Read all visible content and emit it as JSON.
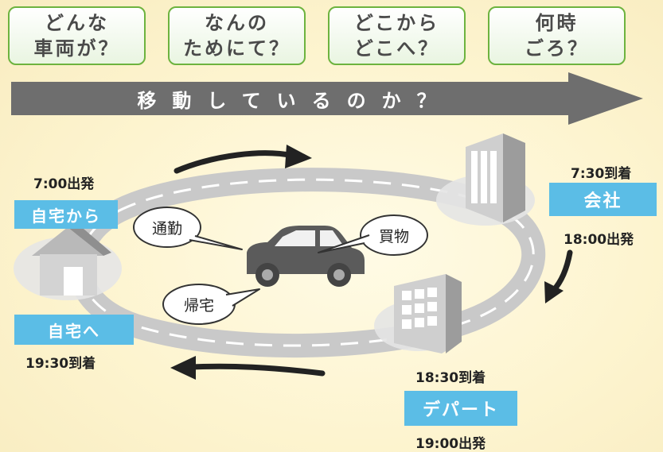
{
  "questions": [
    {
      "line1": "どんな",
      "line2": "車両が？"
    },
    {
      "line1": "なんの",
      "line2": "ためにて？"
    },
    {
      "line1": "どこから",
      "line2": "どこへ？"
    },
    {
      "line1": "何時",
      "line2": "ごろ？"
    }
  ],
  "banner": "移動しているのか？",
  "home_from": {
    "label": "自宅から",
    "time": "7:00出発"
  },
  "office": {
    "label": "会社",
    "arrive": "7:30到着",
    "depart": "18:00出発"
  },
  "dept": {
    "label": "デパート",
    "arrive": "18:30到着",
    "depart": "19:00出発"
  },
  "home_to": {
    "label": "自宅へ",
    "time": "19:30到着"
  },
  "bubbles": {
    "commute": "通勤",
    "shopping": "買物",
    "return": "帰宅"
  }
}
